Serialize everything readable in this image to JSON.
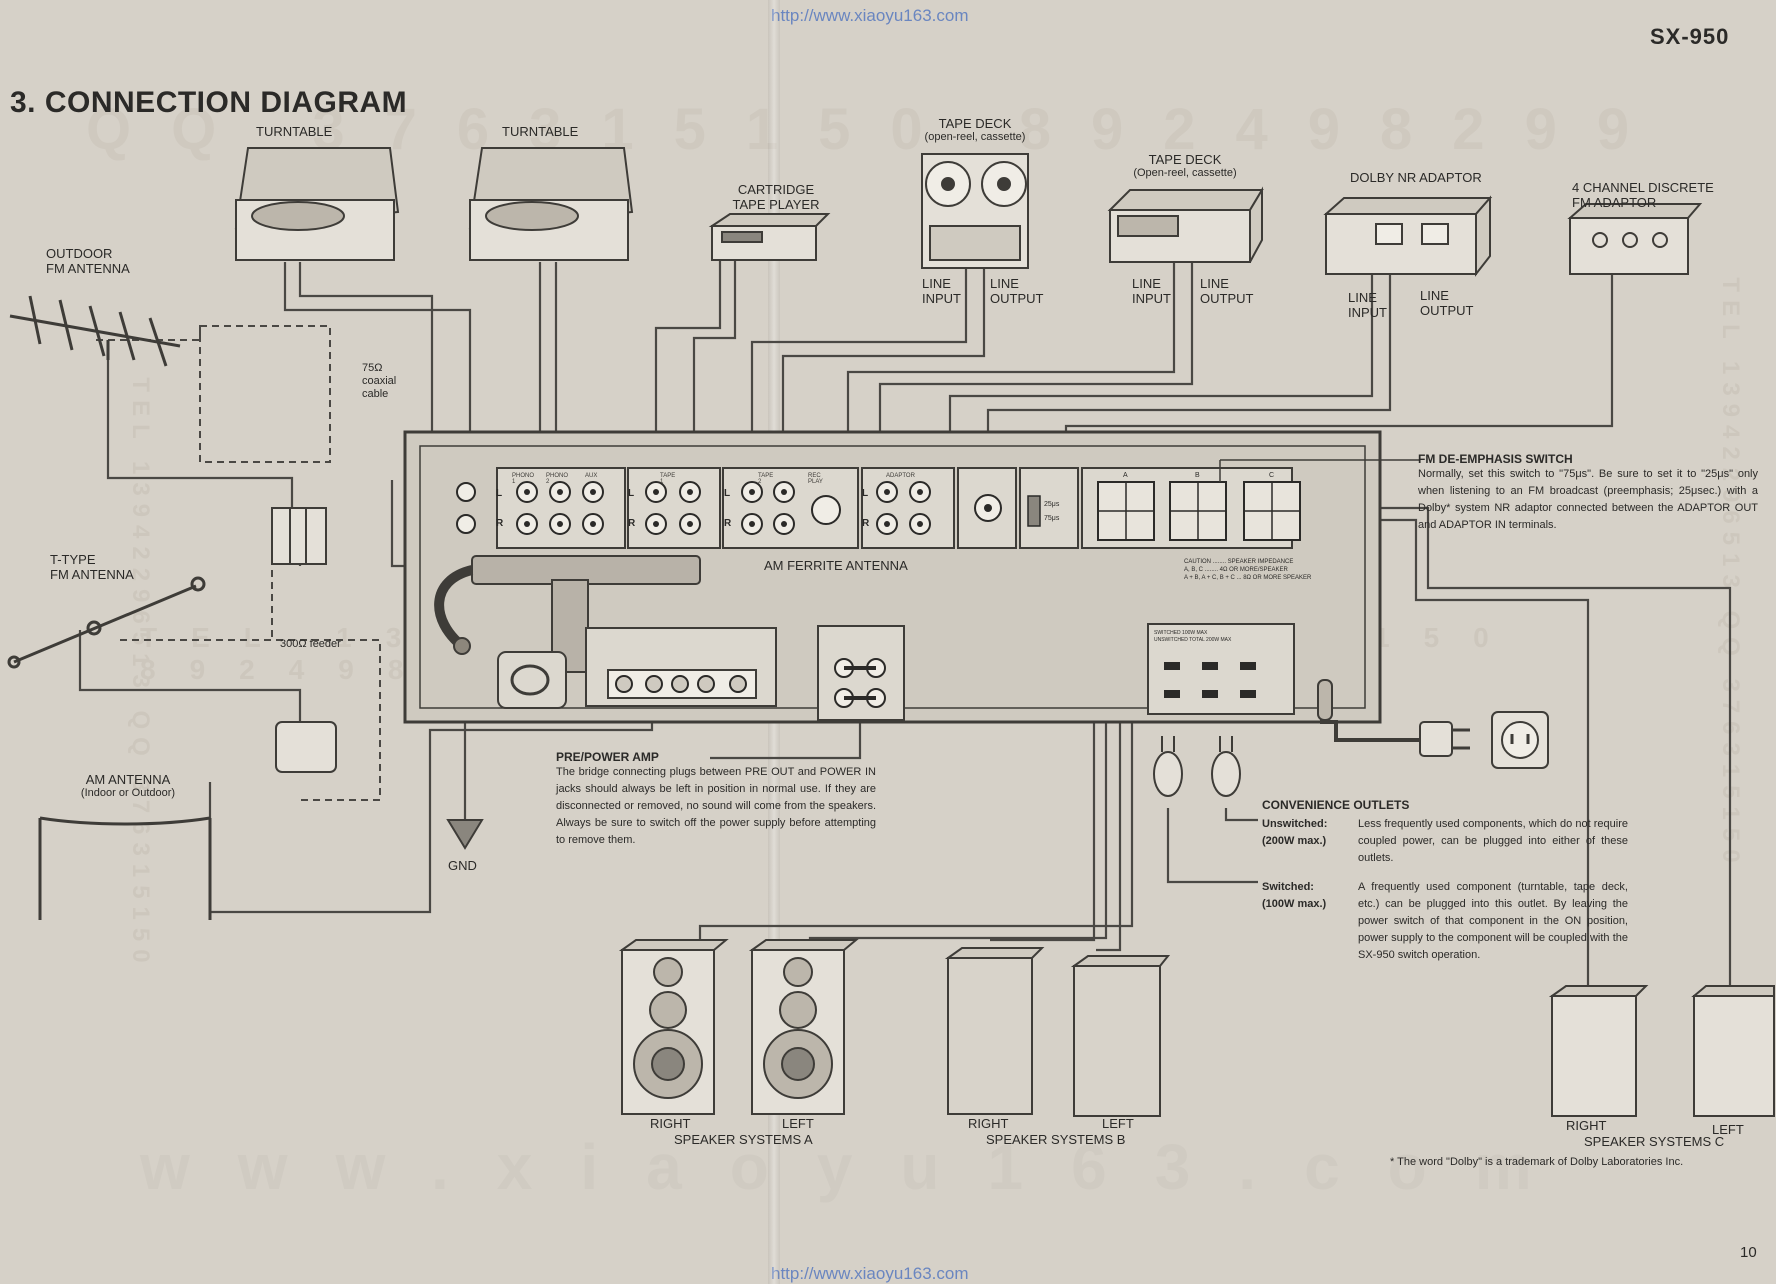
{
  "header": {
    "url_top": "http://www.xiaoyu163.com",
    "url_bottom": "http://www.xiaoyu163.com",
    "model": "SX-950",
    "title": "3. CONNECTION DIAGRAM",
    "page_number": "10"
  },
  "watermarks": {
    "qq_line": "QQ 376315150 892498299",
    "tel_line": "TEL 13942296513 QQ 376315150 892498299",
    "site_line": "www.xiaoyu163.com",
    "side_left": "TEL 13942296513 QQ 376315150",
    "side_right": "TEL 13942296513 QQ 376315150"
  },
  "devices": {
    "turntable_1": "TURNTABLE",
    "turntable_2": "TURNTABLE",
    "cartridge": [
      "CARTRIDGE",
      "TAPE PLAYER"
    ],
    "tape_deck_1": [
      "TAPE DECK",
      "(open-reel, cassette)"
    ],
    "tape_deck_2": [
      "TAPE DECK",
      "(Open-reel, cassette)"
    ],
    "dolby": "DOLBY NR ADAPTOR",
    "fm4ch": [
      "4 CHANNEL DISCRETE",
      "FM ADAPTOR"
    ],
    "outdoor_fm": [
      "OUTDOOR",
      "FM ANTENNA"
    ],
    "coax": [
      "75Ω",
      "coaxial",
      "cable"
    ],
    "ttype": [
      "T-TYPE",
      "FM ANTENNA"
    ],
    "feeder": "300Ω feeder",
    "am_antenna": [
      "AM ANTENNA",
      "(Indoor or Outdoor)"
    ],
    "gnd": "GND",
    "am_ferrite": "AM FERRITE ANTENNA"
  },
  "io_labels": {
    "line_input": [
      "LINE",
      "INPUT"
    ],
    "line_output": [
      "LINE",
      "OUTPUT"
    ]
  },
  "notes": {
    "fm_deemph_title": "FM DE-EMPHASIS SWITCH",
    "fm_deemph_text": "Normally, set this switch to \"75μs\". Be sure to set it to \"25μs\" only when listening to an FM broadcast (preemphasis; 25μsec.) with a Dolby* system NR adaptor connected between the ADAPTOR OUT and ADAPTOR IN terminals.",
    "prepower_title": "PRE/POWER AMP",
    "prepower_text": "The bridge connecting plugs between PRE OUT and POWER IN jacks should always be left in position in normal use. If they are disconnected or removed, no sound will come from the speakers. Always be sure to switch off the power supply before attempting to remove them.",
    "conv_title": "CONVENIENCE OUTLETS",
    "unsw_label": [
      "Unswitched:",
      "(200W max.)"
    ],
    "unsw_text": "Less frequently used components, which do not require coupled power, can be plugged into either of these outlets.",
    "sw_label": [
      "Switched:",
      "(100W max.)"
    ],
    "sw_text": "A frequently used component (turntable, tape deck, etc.) can be plugged into this outlet. By leaving the power switch of that component in the ON position, power supply to the component will be coupled with the SX-950 switch operation.",
    "dolby_tm": "* The word \"Dolby\" is a trademark of Dolby Laboratories Inc."
  },
  "speakers": {
    "a": {
      "right": "RIGHT",
      "left": "LEFT",
      "name": "SPEAKER SYSTEMS A"
    },
    "b": {
      "right": "RIGHT",
      "left": "LEFT",
      "name": "SPEAKER SYSTEMS B"
    },
    "c": {
      "right": "RIGHT",
      "left": "LEFT",
      "name": "SPEAKER SYSTEMS C"
    }
  },
  "panel": {
    "lr": [
      "L",
      "R",
      "L",
      "R",
      "L",
      "R",
      "L",
      "R"
    ],
    "jack_groups": [
      "PHONO 1",
      "PHONO 2",
      "AUX",
      "TAPE 1",
      "TAPE 2",
      "REC PLAY",
      "ADAPTOR"
    ],
    "fm_de": [
      "25μs",
      "75μs"
    ],
    "speakers_hdr": [
      "A",
      "B",
      "C"
    ],
    "caution": [
      "CAUTION ........ SPEAKER IMPEDANCE",
      "A, B, C ........ 4Ω OR MORE/SPEAKER",
      "A + B, A + C, B + C ... 8Ω OR MORE SPEAKER"
    ],
    "ac_outlets": [
      "SWITCHED 100W MAX",
      "UNSWITCHED TOTAL 200W MAX"
    ]
  }
}
